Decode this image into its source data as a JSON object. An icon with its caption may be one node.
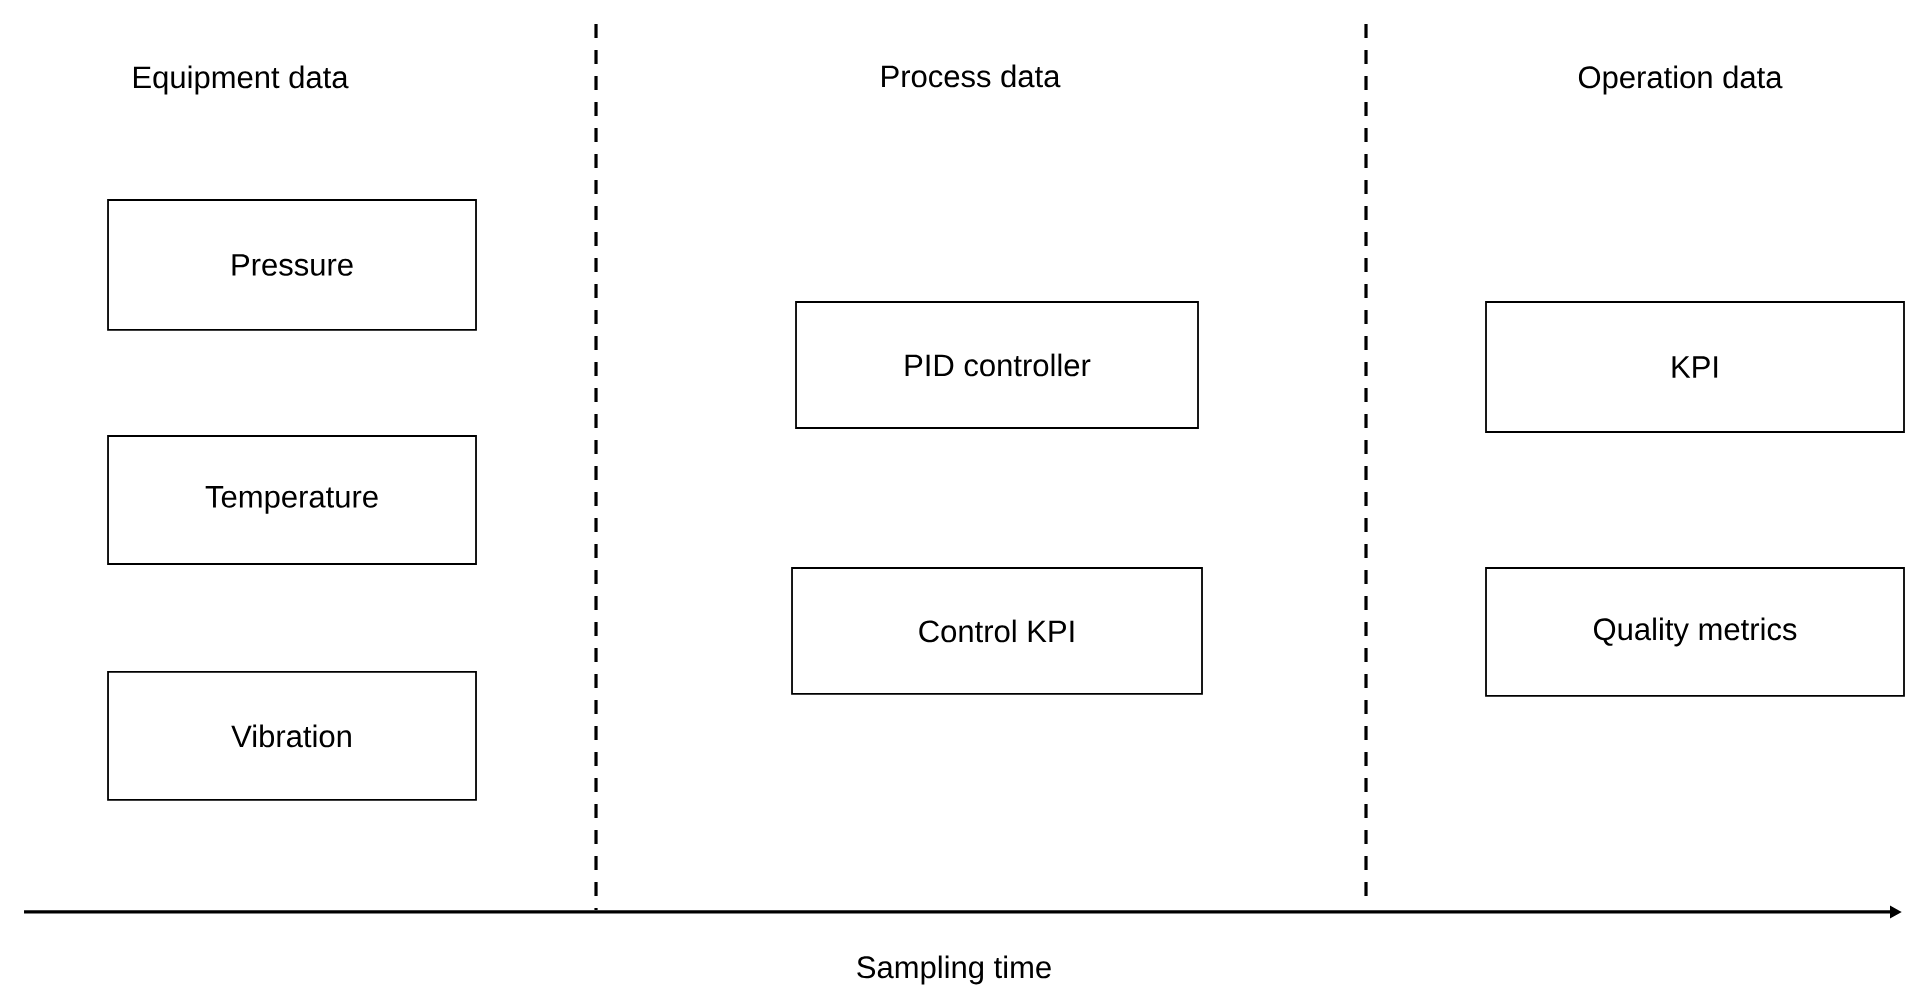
{
  "diagram": {
    "nodes": [
      {
        "text": [
          "Pressure"
        ]
      },
      {
        "text": [
          "Temperature"
        ]
      },
      {
        "text": [
          "Vibration"
        ]
      },
      {
        "text": [
          "PID controller"
        ]
      },
      {
        "text": [
          "Control KPI"
        ]
      },
      {
        "text": [
          "KPI"
        ]
      },
      {
        "text": [
          "Quality metrics"
        ]
      }
    ],
    "labels": [
      "Equipment data",
      "Process data",
      "Operation data",
      "Sampling time"
    ]
  }
}
